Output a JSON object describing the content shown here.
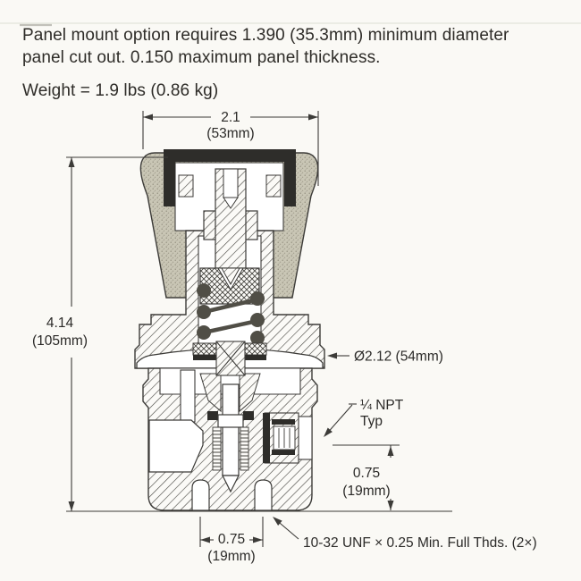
{
  "notes": {
    "panel_mount": "Panel mount option requires 1.390 (35.3mm) minimum diameter panel cut out. 0.150 maximum panel thickness.",
    "weight": "Weight = 1.9 lbs (0.86 kg)"
  },
  "dims": {
    "knob_width_in": "2.1",
    "knob_width_mm": "(53mm)",
    "height_in": "4.14",
    "height_mm": "(105mm)",
    "flange_dia": "Ø2.12 (54mm)",
    "port_type_line1": "¼ NPT",
    "port_type_line2": "Typ",
    "port_height_in": "0.75",
    "port_height_mm": "(19mm)",
    "hole_spacing_in": "0.75",
    "hole_spacing_mm": "(19mm)",
    "mounting_thread": "10-32 UNF × 0.25 Min. Full Thds. (2×)"
  },
  "colors": {
    "background": "#faf9f5",
    "line": "#3c3b38",
    "knob_fill": "#c9c6b5",
    "dark_fill": "#2e2d2a",
    "spring_wire": "#504e46",
    "text": "#2b2a28"
  }
}
